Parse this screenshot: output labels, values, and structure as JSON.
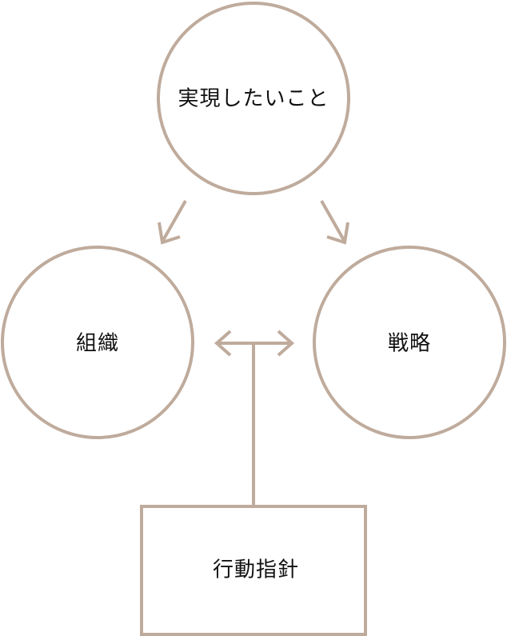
{
  "diagram": {
    "top_node": {
      "label": "実現したいこと"
    },
    "left_node": {
      "label": "組織"
    },
    "right_node": {
      "label": "戦略"
    },
    "bottom_node": {
      "label": "行動指針"
    }
  },
  "colors": {
    "stroke": "#bfab9c",
    "text": "#111111",
    "background": "#ffffff"
  }
}
